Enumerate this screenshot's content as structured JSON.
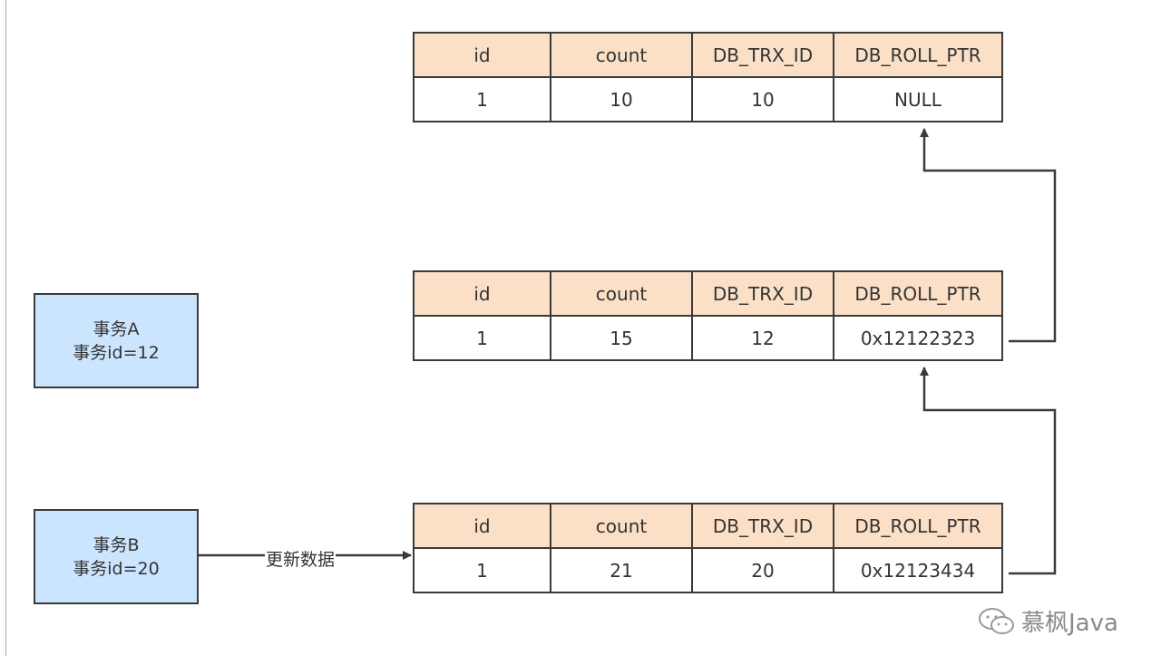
{
  "columns": [
    "id",
    "count",
    "DB_TRX_ID",
    "DB_ROLL_PTR"
  ],
  "versions": [
    {
      "id": "1",
      "count": "10",
      "db_trx_id": "10",
      "db_roll_ptr": "NULL"
    },
    {
      "id": "1",
      "count": "15",
      "db_trx_id": "12",
      "db_roll_ptr": "0x12122323"
    },
    {
      "id": "1",
      "count": "21",
      "db_trx_id": "20",
      "db_roll_ptr": "0x12123434"
    }
  ],
  "transactions": [
    {
      "name": "事务A",
      "id_label": "事务id=12"
    },
    {
      "name": "事务B",
      "id_label": "事务id=20"
    }
  ],
  "edge_label": "更新数据",
  "watermark": {
    "text": "慕枫Java",
    "icon": "wechat-icon"
  },
  "colors": {
    "header": "#fbe0c7",
    "transaction_box": "#cce5ff",
    "line": "#3a3a3a"
  }
}
